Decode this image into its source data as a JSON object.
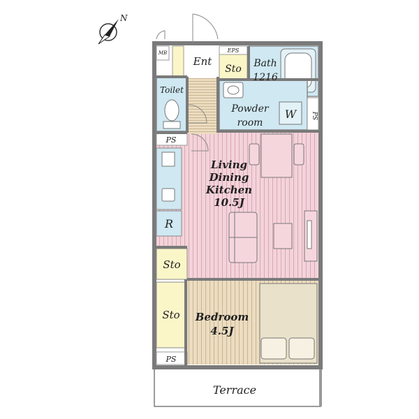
{
  "compass": {
    "north_label": "N"
  },
  "rooms": {
    "entrance": "Ent",
    "storage_entrance": "Sto",
    "eps": "EPS",
    "mb": "MB",
    "bath": {
      "line1": "Bath",
      "line2": "1216"
    },
    "toilet": "Toilet",
    "powder_room": {
      "line1": "Powder",
      "line2": "room"
    },
    "washer": "W",
    "ps_top_left": "PS",
    "ps_right": "PS",
    "ldk": {
      "line1": "Living",
      "line2": "Dining",
      "line3": "Kitchen",
      "line4": "10.5J"
    },
    "refrigerator": "R",
    "storage_mid": "Sto",
    "storage_bedroom": "Sto",
    "bedroom": {
      "line1": "Bedroom",
      "line2": "4.5J"
    },
    "ps_bottom_left": "PS",
    "terrace": "Terrace"
  },
  "colors": {
    "wall": "#7a7a7a",
    "ldk_floor": "#f3d3da",
    "bedroom_floor": "#ecdcc1",
    "wet_area": "#cfe8f2",
    "storage": "#fbf6c8",
    "bed": "#e9e1c9",
    "furniture": "#f6d6dd"
  }
}
